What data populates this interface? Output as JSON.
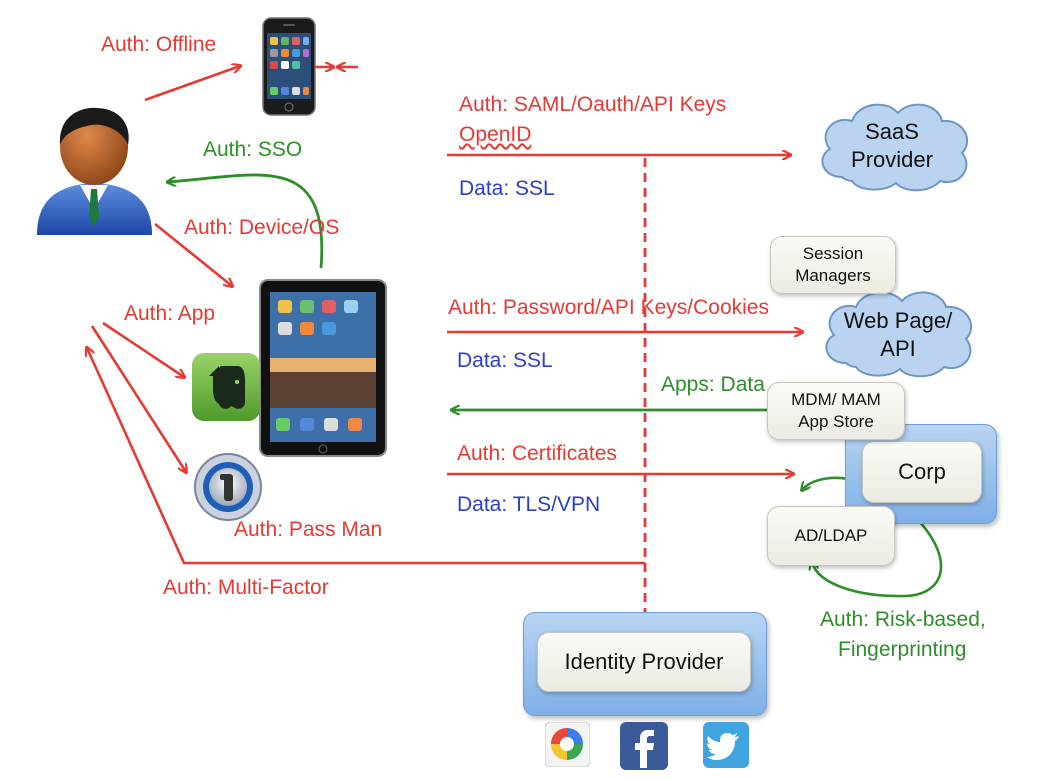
{
  "labels": {
    "auth_offline": "Auth: Offline",
    "auth_sso": "Auth: SSO",
    "auth_device_os": "Auth: Device/OS",
    "auth_app": "Auth: App",
    "auth_pass_man": "Auth: Pass Man",
    "auth_multi_factor": "Auth: Multi-Factor",
    "auth_saml_line1": "Auth: SAML/Oauth/API Keys",
    "auth_saml_line2": "OpenID",
    "data_ssl_1": "Data: SSL",
    "auth_password": "Auth: Password/API Keys/Cookies",
    "data_ssl_2": "Data: SSL",
    "apps_data": "Apps: Data",
    "auth_certificates": "Auth: Certificates",
    "data_tls_vpn": "Data: TLS/VPN",
    "risk_line1": "Auth: Risk-based,",
    "risk_line2": "Fingerprinting"
  },
  "clouds": {
    "saas": {
      "line1": "SaaS",
      "line2": "Provider"
    },
    "web": {
      "line1": "Web Page/",
      "line2": "API"
    }
  },
  "boxes": {
    "session_managers": {
      "line1": "Session",
      "line2": "Managers"
    },
    "mdm": {
      "line1": "MDM/ MAM",
      "line2": "App Store"
    },
    "corp": "Corp",
    "ad_ldap": "AD/LDAP",
    "identity_provider": "Identity Provider"
  },
  "colors": {
    "auth_red": "#e53a33",
    "sso_green": "#2f8d2a",
    "data_blue": "#2a3ec9",
    "cloud_fill": "#b9d3f0",
    "box_blue": "#8fb9ea"
  },
  "icons": [
    "user-icon",
    "iphone-icon",
    "ipad-icon",
    "evernote-icon",
    "onepassword-icon",
    "google-icon",
    "facebook-icon",
    "twitter-icon"
  ]
}
